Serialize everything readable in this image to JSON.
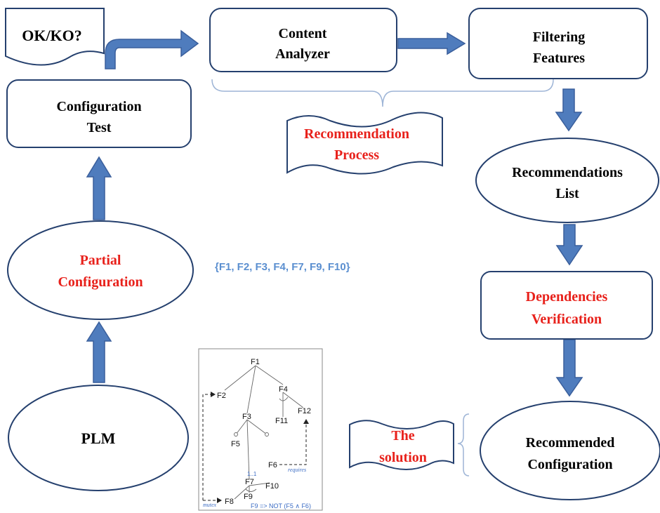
{
  "colors": {
    "node_border": "#25406e",
    "arrow_fill": "#4f7cbd",
    "arrow_stroke": "#3a5f9c",
    "brace": "#9db4d6",
    "text_dark": "#000000",
    "text_red": "#e8211b",
    "set_text": "#5b8fd0",
    "tree_line": "#666666",
    "tree_blue": "#3b6cc4"
  },
  "nodes": {
    "ok_ko": "OK/KO?",
    "content_analyzer": [
      "Content",
      "Analyzer"
    ],
    "filtering_features": [
      "Filtering",
      "Features"
    ],
    "configuration_test": [
      "Configuration",
      "Test"
    ],
    "recommendation_process": [
      "Recommendation",
      "Process"
    ],
    "recommendations_list": [
      "Recommendations",
      "List"
    ],
    "partial_configuration": [
      "Partial",
      "Configuration"
    ],
    "dependencies_verification": [
      "Dependencies",
      "Verification"
    ],
    "plm": "PLM",
    "the_solution": [
      "The",
      "solution"
    ],
    "recommended_configuration": [
      "Recommended",
      "Configuration"
    ]
  },
  "feature_set": "{F1, F2, F3, F4, F7, F9, F10}",
  "feature_model": {
    "features": [
      "F1",
      "F2",
      "F3",
      "F4",
      "F5",
      "F6",
      "F7",
      "F8",
      "F9",
      "F10",
      "F11",
      "F12"
    ],
    "cardinality": "1..1",
    "requires_label": "requires",
    "mutex_label": "mutex",
    "constraint": "F9 => NOT (F5 ∧ F6)"
  }
}
